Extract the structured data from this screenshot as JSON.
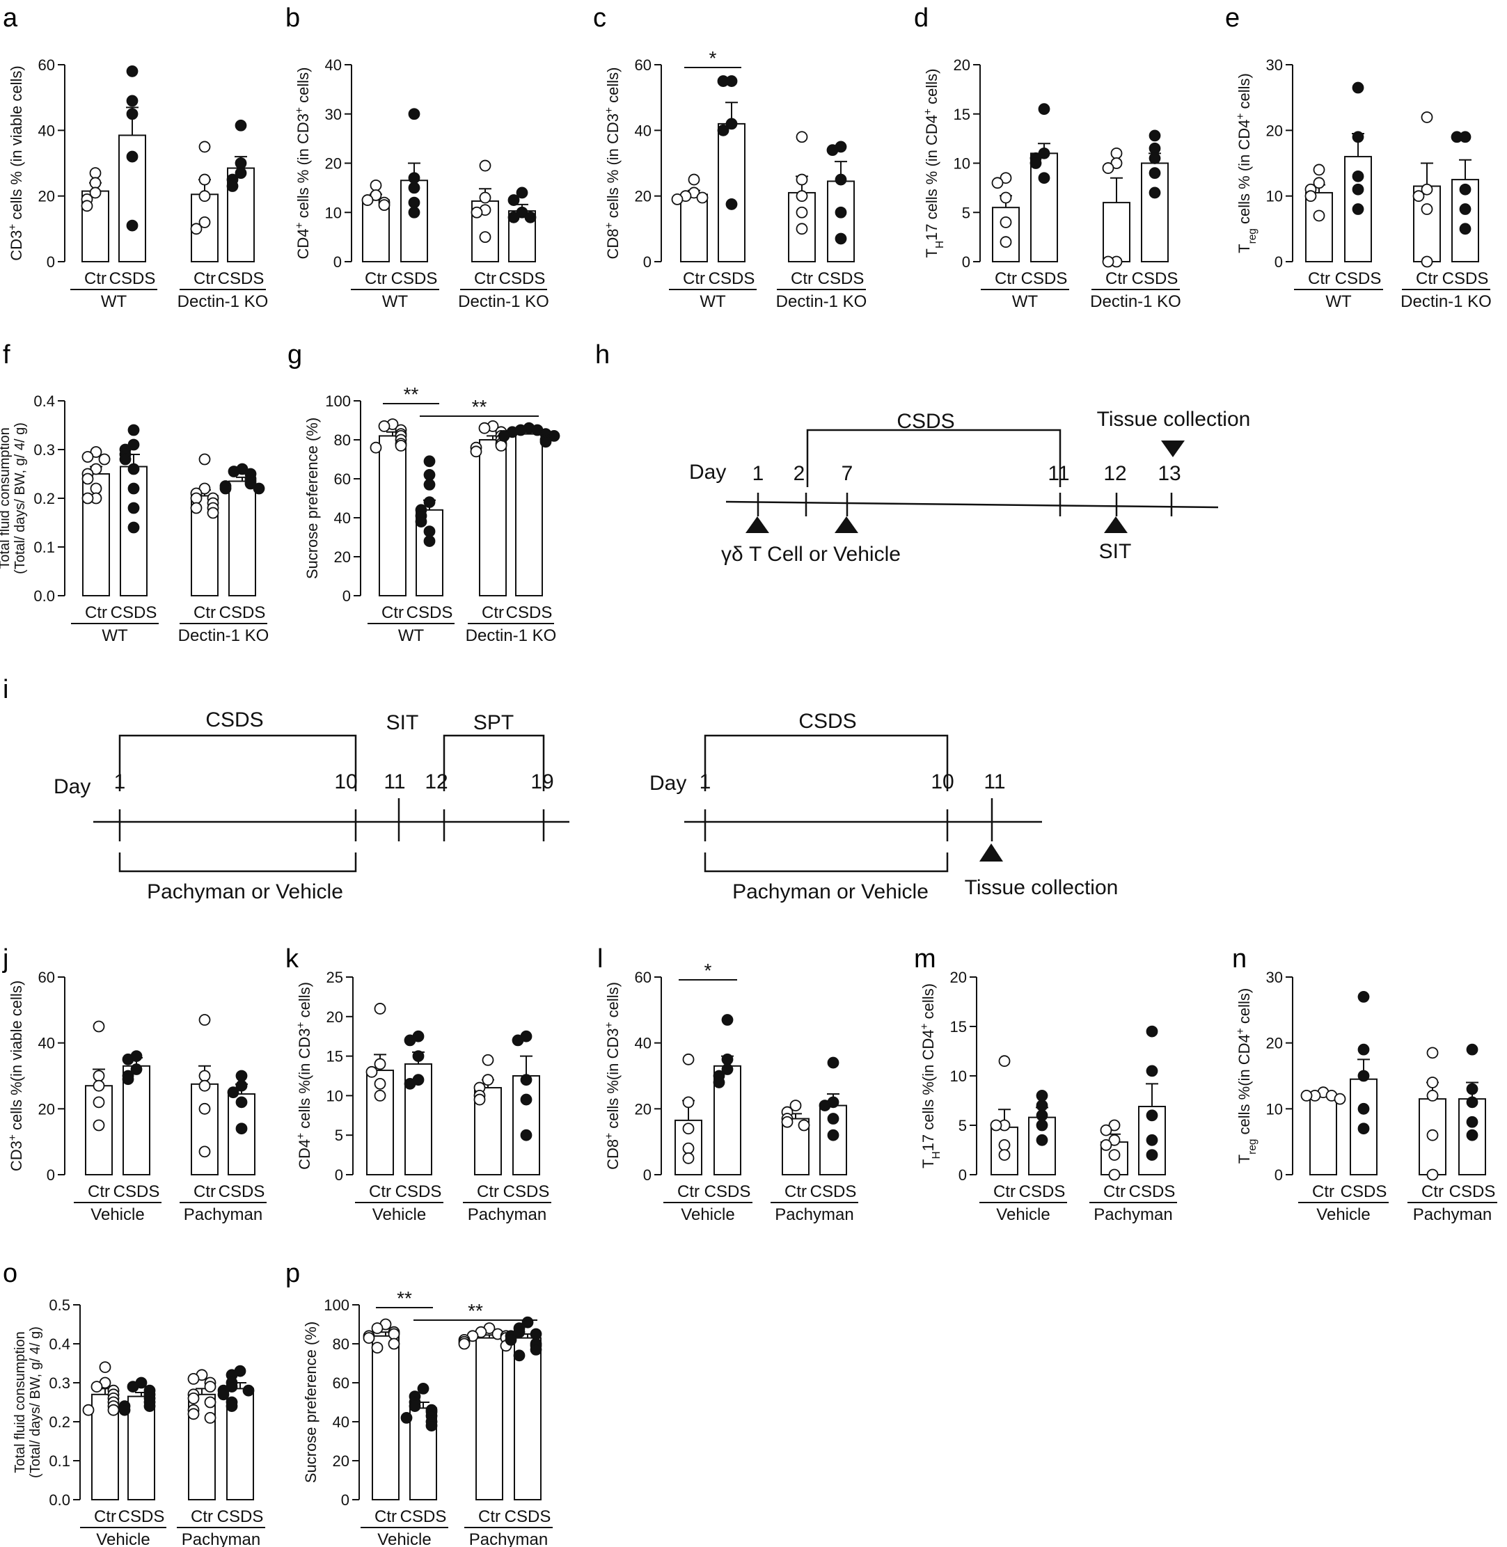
{
  "colors": {
    "ink": "#111111",
    "open_fill": "#ffffff",
    "filled": "#111111",
    "background": "#ffffff"
  },
  "chart_data": [
    {
      "type": "bar",
      "panel": "a",
      "ylabel_html": "CD3<tspan baseline-shift='super' font-size='70%'>+</tspan> cells % (in viable cells)",
      "ylim": [
        0,
        60
      ],
      "yticks": [
        0,
        20,
        40,
        60
      ],
      "group_labels": [
        "WT",
        "Dectin-1 KO"
      ],
      "categories": [
        "Ctr",
        "CSDS",
        "Ctr",
        "CSDS"
      ],
      "values": [
        21.5,
        38.5,
        20.5,
        28.5
      ],
      "errors": [
        2.5,
        8.5,
        4.5,
        3.5
      ],
      "points": [
        [
          27,
          24,
          21,
          19,
          17
        ],
        [
          58,
          49,
          45,
          32,
          11
        ],
        [
          35,
          25,
          20,
          12,
          10
        ],
        [
          41.5,
          30,
          27,
          25,
          23
        ]
      ],
      "significance": []
    },
    {
      "type": "bar",
      "panel": "b",
      "ylabel_html": "CD4<tspan baseline-shift='super' font-size='70%'>+</tspan> cells % (in CD3<tspan baseline-shift='super' font-size='70%'>+</tspan> cells)",
      "ylim": [
        0,
        40
      ],
      "yticks": [
        0,
        10,
        20,
        30,
        40
      ],
      "group_labels": [
        "WT",
        "Dectin-1 KO"
      ],
      "categories": [
        "Ctr",
        "CSDS",
        "Ctr",
        "CSDS"
      ],
      "values": [
        12.5,
        16.5,
        12.3,
        10.3
      ],
      "errors": [
        1.2,
        3.5,
        2.5,
        1.3
      ],
      "points": [
        [
          15.5,
          13.5,
          12.5,
          12,
          11.5
        ],
        [
          30,
          17,
          15,
          12,
          10
        ],
        [
          19.5,
          13,
          10.5,
          10,
          5
        ],
        [
          14,
          12.5,
          10,
          9,
          9
        ]
      ],
      "significance": []
    },
    {
      "type": "bar",
      "panel": "c",
      "ylabel_html": "CD8<tspan baseline-shift='super' font-size='70%'>+</tspan> cells % (in CD3<tspan baseline-shift='super' font-size='70%'>+</tspan> cells)",
      "ylim": [
        0,
        60
      ],
      "yticks": [
        0,
        20,
        40,
        60
      ],
      "group_labels": [
        "WT",
        "Dectin-1 KO"
      ],
      "categories": [
        "Ctr",
        "CSDS",
        "Ctr",
        "CSDS"
      ],
      "values": [
        20.5,
        42,
        21,
        24.5
      ],
      "errors": [
        1.2,
        6.5,
        5,
        6
      ],
      "points": [
        [
          25,
          21,
          20,
          19.5,
          19
        ],
        [
          55,
          55,
          42,
          40,
          17.5
        ],
        [
          38,
          25,
          20,
          15,
          10
        ],
        [
          35,
          34,
          25,
          15,
          7
        ]
      ],
      "significance": [
        {
          "from": 0,
          "to": 1,
          "label": "*"
        }
      ]
    },
    {
      "type": "bar",
      "panel": "d",
      "ylabel_html": "T<tspan baseline-shift='sub' font-size='70%'>H</tspan>17 cells % (in CD4<tspan baseline-shift='super' font-size='70%'>+</tspan> cells)",
      "ylim": [
        0,
        20
      ],
      "yticks": [
        0,
        5,
        10,
        15,
        20
      ],
      "group_labels": [
        "WT",
        "Dectin-1 KO"
      ],
      "categories": [
        "Ctr",
        "CSDS",
        "Ctr",
        "CSDS"
      ],
      "values": [
        5.5,
        11,
        6,
        10
      ],
      "errors": [
        1.2,
        1,
        2.5,
        1
      ],
      "points": [
        [
          8.5,
          8,
          6.5,
          4,
          2
        ],
        [
          15.5,
          11,
          10.5,
          10,
          8.5
        ],
        [
          11,
          10,
          9.5,
          0,
          0
        ],
        [
          12.8,
          11.5,
          10.5,
          9,
          7
        ]
      ],
      "significance": []
    },
    {
      "type": "bar",
      "panel": "e",
      "ylabel_html": "T<tspan baseline-shift='sub' font-size='70%'>reg</tspan> cells % (in CD4<tspan baseline-shift='super' font-size='70%'>+</tspan> cells)",
      "ylim": [
        0,
        30
      ],
      "yticks": [
        0,
        10,
        20,
        30
      ],
      "group_labels": [
        "WT",
        "Dectin-1 KO"
      ],
      "categories": [
        "Ctr",
        "CSDS",
        "Ctr",
        "CSDS"
      ],
      "values": [
        10.5,
        16,
        11.5,
        12.5
      ],
      "errors": [
        1.2,
        3.5,
        3.5,
        3
      ],
      "points": [
        [
          14,
          12,
          11,
          10,
          7
        ],
        [
          26.5,
          19,
          13,
          11,
          8
        ],
        [
          22,
          11,
          10,
          8,
          0
        ],
        [
          19,
          19,
          11,
          8,
          5
        ]
      ],
      "significance": []
    },
    {
      "type": "bar",
      "panel": "f",
      "ylabel_html": "Total fluid consumption",
      "ylabel2_html": "(Total/ days/ BW, g/ 4/ g)",
      "ylim": [
        0,
        0.4
      ],
      "yticks": [
        0.0,
        0.1,
        0.2,
        0.3,
        0.4
      ],
      "tick_decimals": 1,
      "group_labels": [
        "WT",
        "Dectin-1 KO"
      ],
      "categories": [
        "Ctr",
        "CSDS",
        "Ctr",
        "CSDS"
      ],
      "values": [
        0.25,
        0.265,
        0.205,
        0.235
      ],
      "errors": [
        0.015,
        0.025,
        0.012,
        0.008
      ],
      "points": [
        [
          0.295,
          0.285,
          0.28,
          0.26,
          0.25,
          0.24,
          0.22,
          0.2,
          0.2
        ],
        [
          0.34,
          0.31,
          0.3,
          0.29,
          0.28,
          0.26,
          0.22,
          0.18,
          0.14
        ],
        [
          0.28,
          0.22,
          0.21,
          0.2,
          0.2,
          0.19,
          0.18,
          0.18,
          0.17
        ],
        [
          0.26,
          0.255,
          0.25,
          0.24,
          0.235,
          0.23,
          0.225,
          0.22,
          0.22
        ]
      ],
      "significance": []
    },
    {
      "type": "bar",
      "panel": "g",
      "ylabel_html": "Sucrose preference (%)",
      "ylim": [
        0,
        100
      ],
      "yticks": [
        0,
        20,
        40,
        60,
        80,
        100
      ],
      "group_labels": [
        "WT",
        "Dectin-1 KO"
      ],
      "categories": [
        "Ctr",
        "CSDS",
        "Ctr",
        "CSDS"
      ],
      "values": [
        82,
        44,
        80,
        83
      ],
      "errors": [
        2,
        5,
        2,
        1
      ],
      "points": [
        [
          88,
          87,
          85,
          83,
          82,
          80,
          78,
          77,
          76
        ],
        [
          69,
          62,
          57,
          48,
          44,
          41,
          38,
          33,
          28
        ],
        [
          87,
          86,
          84,
          82,
          80,
          78,
          77,
          76,
          74
        ],
        [
          86,
          85,
          85,
          84,
          83,
          82,
          82,
          80,
          79
        ]
      ],
      "significance": [
        {
          "from": 0,
          "to": 1,
          "label": "**"
        },
        {
          "from": 1,
          "to": 3,
          "label": "**"
        }
      ]
    },
    {
      "type": "bar",
      "panel": "j",
      "ylabel_html": "CD3<tspan baseline-shift='super' font-size='70%'>+</tspan> cells %(in viable cells)",
      "ylim": [
        0,
        60
      ],
      "yticks": [
        0,
        20,
        40,
        60
      ],
      "group_labels": [
        "Vehicle",
        "Pachyman"
      ],
      "categories": [
        "Ctr",
        "CSDS",
        "Ctr",
        "CSDS"
      ],
      "values": [
        27,
        33,
        27.5,
        24.5
      ],
      "errors": [
        5,
        2.5,
        5.5,
        3
      ],
      "points": [
        [
          45,
          30,
          27,
          22,
          15
        ],
        [
          36,
          35,
          32,
          30,
          29
        ],
        [
          47,
          30,
          27,
          20,
          7
        ],
        [
          30,
          27,
          25,
          22,
          14
        ]
      ],
      "significance": []
    },
    {
      "type": "bar",
      "panel": "k",
      "ylabel_html": "CD4<tspan baseline-shift='super' font-size='70%'>+</tspan> cells %(in CD3<tspan baseline-shift='super' font-size='70%'>+</tspan> cells)",
      "ylim": [
        0,
        25
      ],
      "yticks": [
        0,
        5,
        10,
        15,
        20,
        25
      ],
      "group_labels": [
        "Vehicle",
        "Pachyman"
      ],
      "categories": [
        "Ctr",
        "CSDS",
        "Ctr",
        "CSDS"
      ],
      "values": [
        13.2,
        14,
        11,
        12.5
      ],
      "errors": [
        2,
        1.5,
        1,
        2.5
      ],
      "points": [
        [
          21,
          14,
          13,
          11.5,
          10
        ],
        [
          17.5,
          17,
          15,
          12,
          11.5
        ],
        [
          14.5,
          12,
          11,
          10,
          9.5
        ],
        [
          17.5,
          17,
          12,
          9.5,
          5
        ]
      ],
      "significance": []
    },
    {
      "type": "bar",
      "panel": "l",
      "ylabel_html": "CD8<tspan baseline-shift='super' font-size='70%'>+</tspan> cells %(in CD3<tspan baseline-shift='super' font-size='70%'>+</tspan> cells)",
      "ylim": [
        0,
        60
      ],
      "yticks": [
        0,
        20,
        40,
        60
      ],
      "group_labels": [
        "Vehicle",
        "Pachyman"
      ],
      "categories": [
        "Ctr",
        "CSDS",
        "Ctr",
        "CSDS"
      ],
      "values": [
        16.5,
        33,
        17,
        21
      ],
      "errors": [
        6,
        3,
        1.5,
        3.5
      ],
      "points": [
        [
          35,
          22,
          14,
          8,
          5
        ],
        [
          47,
          35,
          32,
          30,
          28
        ],
        [
          21,
          19,
          17,
          16,
          15
        ],
        [
          34,
          22,
          21,
          17,
          12
        ]
      ],
      "significance": [
        {
          "from": 0,
          "to": 1,
          "label": "*"
        }
      ]
    },
    {
      "type": "bar",
      "panel": "m",
      "ylabel_html": "T<tspan baseline-shift='sub' font-size='70%'>H</tspan>17 cells %(in CD4<tspan baseline-shift='super' font-size='70%'>+</tspan> cells)",
      "ylim": [
        0,
        20
      ],
      "yticks": [
        0,
        5,
        10,
        15,
        20
      ],
      "group_labels": [
        "Vehicle",
        "Pachyman"
      ],
      "categories": [
        "Ctr",
        "CSDS",
        "Ctr",
        "CSDS"
      ],
      "values": [
        4.8,
        5.8,
        3.3,
        6.9
      ],
      "errors": [
        1.8,
        1,
        0.8,
        2.3
      ],
      "points": [
        [
          11.5,
          5,
          5,
          3,
          2
        ],
        [
          8,
          7,
          6,
          5,
          3.5
        ],
        [
          5,
          4.5,
          3.5,
          3,
          2,
          0
        ],
        [
          14.5,
          10.5,
          6,
          3.5,
          2
        ]
      ],
      "significance": []
    },
    {
      "type": "bar",
      "panel": "n",
      "ylabel_html": "T<tspan baseline-shift='sub' font-size='70%'>reg</tspan> cells %(in CD4<tspan baseline-shift='super' font-size='70%'>+</tspan> cells)",
      "ylim": [
        0,
        30
      ],
      "yticks": [
        0,
        10,
        20,
        30
      ],
      "group_labels": [
        "Vehicle",
        "Pachyman"
      ],
      "categories": [
        "Ctr",
        "CSDS",
        "Ctr",
        "CSDS"
      ],
      "values": [
        12,
        14.5,
        11.5,
        11.5
      ],
      "errors": [
        0.3,
        3,
        2.5,
        2.5
      ],
      "points": [
        [
          12.5,
          12,
          12,
          12,
          11.5
        ],
        [
          27,
          19,
          15,
          10,
          7
        ],
        [
          18.5,
          14,
          12,
          6,
          0
        ],
        [
          19,
          13,
          11,
          8,
          6
        ]
      ],
      "significance": []
    },
    {
      "type": "bar",
      "panel": "o",
      "ylabel_html": "Total fluid consumption",
      "ylabel2_html": "(Total/ days/ BW, g/ 4/ g)",
      "ylim": [
        0,
        0.5
      ],
      "yticks": [
        0.0,
        0.1,
        0.2,
        0.3,
        0.4,
        0.5
      ],
      "tick_decimals": 1,
      "group_labels": [
        "Vehicle",
        "Pachyman"
      ],
      "categories": [
        "Ctr",
        "CSDS",
        "Ctr",
        "CSDS"
      ],
      "values": [
        0.27,
        0.265,
        0.27,
        0.285
      ],
      "errors": [
        0.015,
        0.01,
        0.015,
        0.015
      ],
      "points": [
        [
          0.34,
          0.3,
          0.29,
          0.28,
          0.27,
          0.26,
          0.25,
          0.24,
          0.23,
          0.23
        ],
        [
          0.3,
          0.29,
          0.28,
          0.27,
          0.26,
          0.25,
          0.24,
          0.24,
          0.23
        ],
        [
          0.32,
          0.31,
          0.3,
          0.29,
          0.27,
          0.26,
          0.25,
          0.23,
          0.22,
          0.21
        ],
        [
          0.33,
          0.32,
          0.3,
          0.29,
          0.28,
          0.28,
          0.27,
          0.25,
          0.24
        ]
      ],
      "significance": []
    },
    {
      "type": "bar",
      "panel": "p",
      "ylabel_html": "Sucrose preference (%)",
      "ylim": [
        0,
        100
      ],
      "yticks": [
        0,
        20,
        40,
        60,
        80,
        100
      ],
      "group_labels": [
        "Vehicle",
        "Pachyman"
      ],
      "categories": [
        "Ctr",
        "CSDS",
        "Ctr",
        "CSDS"
      ],
      "values": [
        84,
        47,
        83,
        83
      ],
      "errors": [
        2,
        3,
        1.5,
        2
      ],
      "points": [
        [
          90,
          88,
          86,
          85,
          84,
          83,
          80,
          78
        ],
        [
          57,
          53,
          50,
          48,
          46,
          45,
          43,
          42,
          40,
          38
        ],
        [
          88,
          86,
          85,
          84,
          84,
          83,
          82,
          81,
          80,
          79
        ],
        [
          91,
          88,
          86,
          85,
          84,
          82,
          80,
          79,
          77,
          74
        ]
      ],
      "significance": [
        {
          "from": 0,
          "to": 1,
          "label": "**"
        },
        {
          "from": 1,
          "to": 3,
          "label": "**"
        }
      ]
    }
  ],
  "timeline_h": {
    "day_label": "Day",
    "days": [
      "1",
      "2",
      "7",
      "11",
      "12",
      "13"
    ],
    "csds_label": "CSDS",
    "treatment_label": "γδ T Cell or Vehicle",
    "sit_label": "SIT",
    "tissue_label": "Tissue collection"
  },
  "timeline_i": {
    "left": {
      "day_label": "Day",
      "days": [
        "1",
        "10",
        "11",
        "12",
        "19"
      ],
      "csds_label": "CSDS",
      "sit_label": "SIT",
      "spt_label": "SPT",
      "treatment_label": "Pachyman or Vehicle"
    },
    "right": {
      "day_label": "Day",
      "days": [
        "1",
        "10",
        "11"
      ],
      "csds_label": "CSDS",
      "treatment_label": "Pachyman or Vehicle",
      "tissue_label": "Tissue collection"
    }
  }
}
